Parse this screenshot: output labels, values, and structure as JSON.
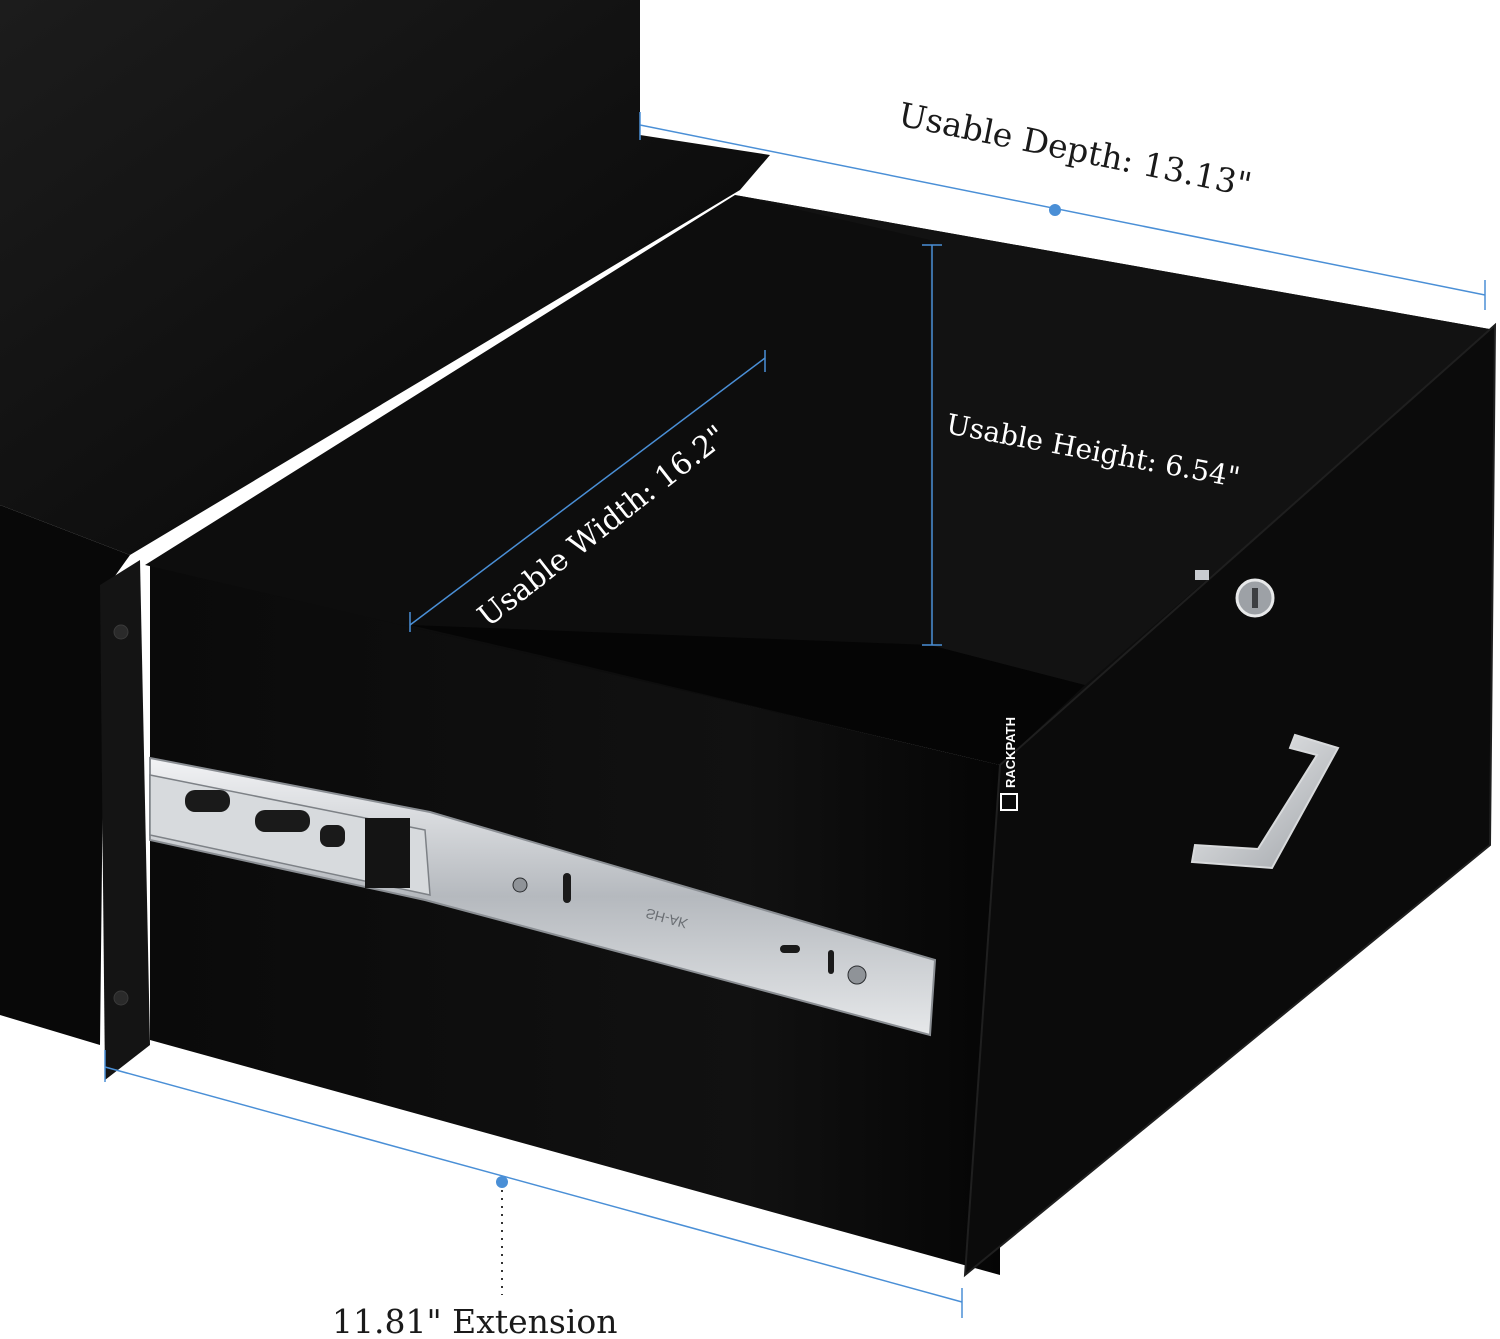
{
  "colors": {
    "background": "#ffffff",
    "metal_black": "#0b0b0b",
    "dimension_line": "#4a8fd6",
    "dark_label": "#1a1a1a",
    "light_label": "#ffffff",
    "rail_silver": "#c9ccd0"
  },
  "labels": {
    "depth": "Usable Depth: 13.13\"",
    "width": "Usable Width: 16.2\"",
    "height": "Usable Height: 6.54\"",
    "extension": "11.81\" Extension"
  },
  "brand": {
    "logo_text": "RACKPATH"
  },
  "rail": {
    "stamp_text": "SH-AK"
  },
  "icons": {
    "lock": "key-lock-icon",
    "handle": "pull-handle-icon"
  }
}
